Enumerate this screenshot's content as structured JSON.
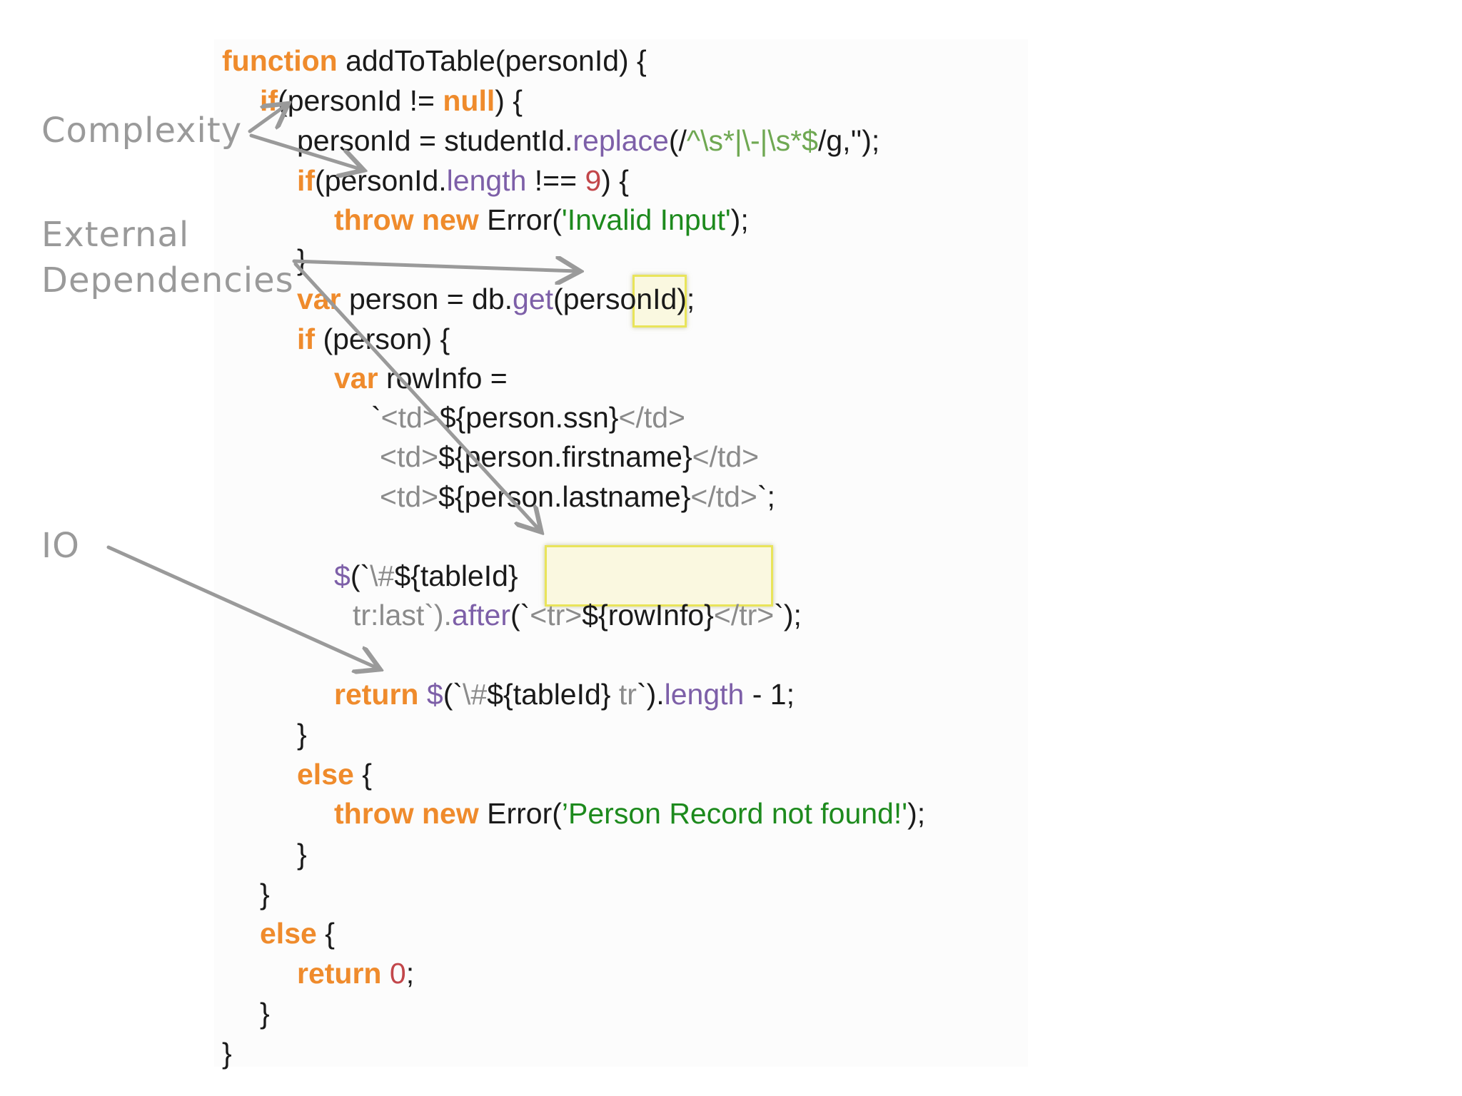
{
  "annotations": {
    "complexity": "Complexity",
    "external_1": "External",
    "external_2": "Dependencies",
    "io": "IO"
  },
  "code": {
    "l01": [
      "function",
      " addToTable(personId) {"
    ],
    "l02": [
      "if",
      "(personId != ",
      "null",
      ") {"
    ],
    "l03": [
      "personId = studentId.",
      "replace",
      "(/",
      "^\\s*|\\-|\\s*$",
      "/g,'');"
    ],
    "l04": [
      "if",
      "(personId.",
      "length",
      " !== ",
      "9",
      ") {"
    ],
    "l05": [
      "throw",
      " ",
      "new",
      " Error(",
      "'Invalid Input'",
      ");"
    ],
    "l06": [
      "}"
    ],
    "l07": [
      "var",
      " person = db.",
      "get",
      "(personId);"
    ],
    "l08": [
      "if",
      " (person) {"
    ],
    "l09": [
      "var",
      " rowInfo ="
    ],
    "l10": [
      "`",
      "<td>",
      "${person.ssn}",
      "</td>"
    ],
    "l11": [
      "<td>",
      "${person.firstname}",
      "</td>"
    ],
    "l12": [
      "<td>",
      "${person.lastname}",
      "</td>",
      "`;"
    ],
    "l13": [
      "$",
      "(`",
      "\\#",
      "${tableId}"
    ],
    "l14": [
      "tr:last`).",
      "after",
      "(`",
      "<tr>",
      "${rowInfo}",
      "</tr>",
      "`);"
    ],
    "l15": [
      "return",
      " ",
      "$",
      "(`",
      "\\#",
      "${tableId}",
      " tr",
      "`).",
      "length",
      " - 1;"
    ],
    "l16": [
      "}"
    ],
    "l17": [
      "else",
      " {"
    ],
    "l18": [
      "throw",
      " ",
      "new",
      " Error(",
      "’Person Record not found!'",
      ");"
    ],
    "l19": [
      "}"
    ],
    "l20": [
      "}"
    ],
    "l21": [
      "else",
      " {"
    ],
    "l22": [
      "return",
      " ",
      "0",
      ";"
    ],
    "l23": [
      "}"
    ],
    "l24": [
      "}"
    ]
  },
  "colors": {
    "keyword": "#ef8b2c",
    "property": "#7d5fa8",
    "string": "#1d8a1d",
    "regex": "#6fa852",
    "number": "#c2464a",
    "muted": "#8b8b8b",
    "annotation": "#9a9a9a",
    "arrow": "#9a9a9a",
    "highlight_border": "#e9e45a"
  }
}
